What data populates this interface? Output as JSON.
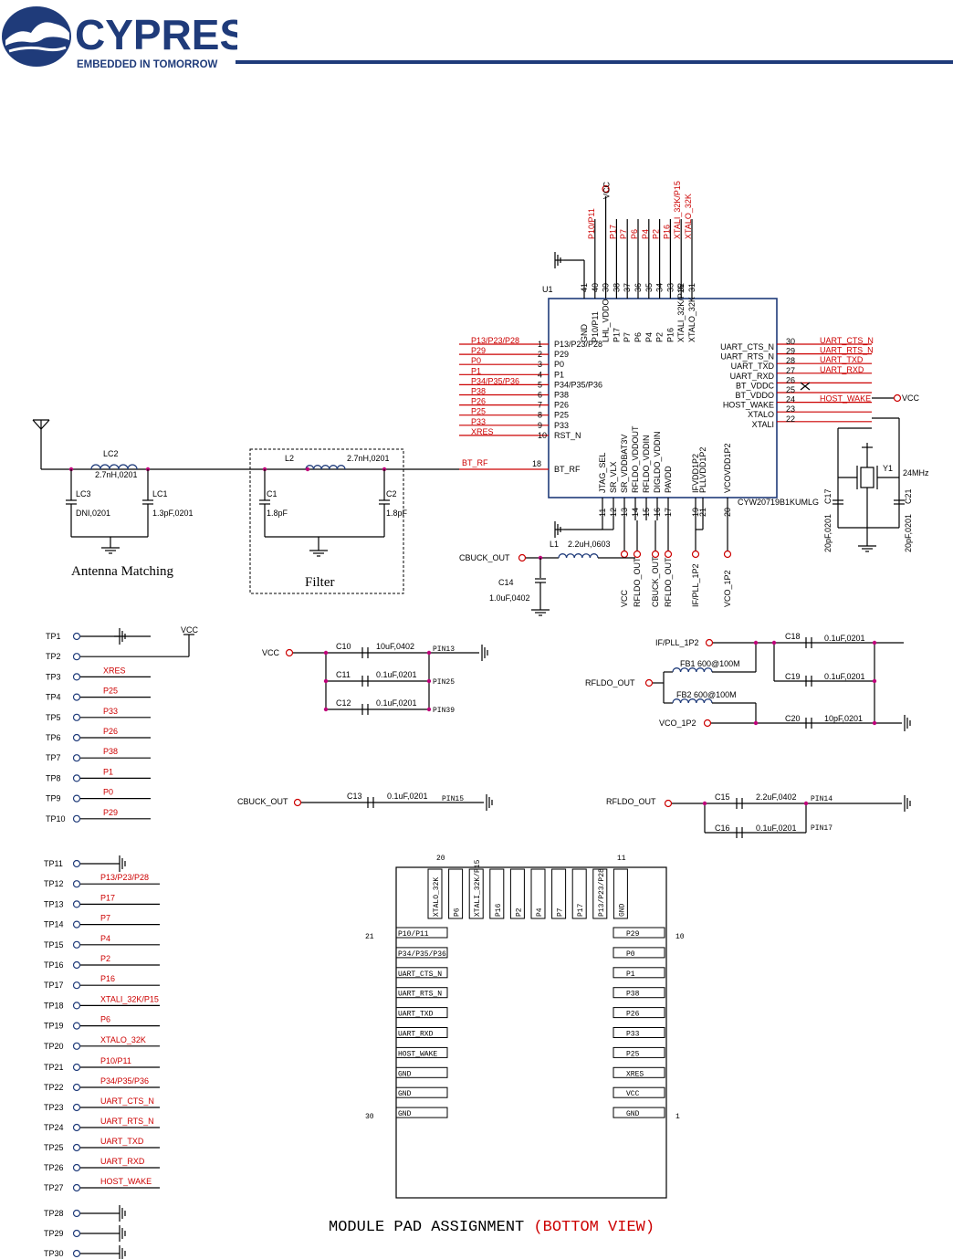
{
  "header": {
    "brand": "CYPRESS",
    "tagline": "EMBEDDED IN TOMORROW",
    "trademark": "™",
    "color": "#1f3b7a"
  },
  "ic": {
    "ref": "U1",
    "part": "CYW20719B1KUMLG",
    "top_pins": [
      {
        "num": "41",
        "name": "GND",
        "net": ""
      },
      {
        "num": "40",
        "name": "P10/P11",
        "net": "P10/P11"
      },
      {
        "num": "39",
        "name": "LHL_VDDO",
        "net": "VCC"
      },
      {
        "num": "38",
        "name": "P17",
        "net": "P17"
      },
      {
        "num": "37",
        "name": "P7",
        "net": "P7"
      },
      {
        "num": "36",
        "name": "P6",
        "net": "P6"
      },
      {
        "num": "35",
        "name": "P4",
        "net": "P4"
      },
      {
        "num": "34",
        "name": "P2",
        "net": "P2"
      },
      {
        "num": "33",
        "name": "P16",
        "net": "P16"
      },
      {
        "num": "32",
        "name": "XTALI_32K/P15",
        "net": "XTALI_32K/P15"
      },
      {
        "num": "31",
        "name": "XTALO_32K",
        "net": "XTALO_32K"
      }
    ],
    "left_pins": [
      {
        "num": "1",
        "name": "P13/P23/P28",
        "net": "P13/P23/P28"
      },
      {
        "num": "2",
        "name": "P29",
        "net": "P29"
      },
      {
        "num": "3",
        "name": "P0",
        "net": "P0"
      },
      {
        "num": "4",
        "name": "P1",
        "net": "P1"
      },
      {
        "num": "5",
        "name": "P34/P35/P36",
        "net": "P34/P35/P36"
      },
      {
        "num": "6",
        "name": "P38",
        "net": "P38"
      },
      {
        "num": "7",
        "name": "P26",
        "net": "P26"
      },
      {
        "num": "8",
        "name": "P25",
        "net": "P25"
      },
      {
        "num": "9",
        "name": "P33",
        "net": "P33"
      },
      {
        "num": "10",
        "name": "RST_N",
        "net": "XRES"
      }
    ],
    "rf_pin": {
      "num": "18",
      "name": "BT_RF",
      "net": "BT_RF"
    },
    "right_pins": [
      {
        "num": "30",
        "name": "UART_CTS_N",
        "net": "UART_CTS_N"
      },
      {
        "num": "29",
        "name": "UART_RTS_N",
        "net": "UART_RTS_N"
      },
      {
        "num": "28",
        "name": "UART_TXD",
        "net": "UART_TXD"
      },
      {
        "num": "27",
        "name": "UART_RXD",
        "net": "UART_RXD"
      },
      {
        "num": "26",
        "name": "BT_VDDC",
        "net": ""
      },
      {
        "num": "25",
        "name": "BT_VDDO",
        "net": ""
      },
      {
        "num": "24",
        "name": "HOST_WAKE",
        "net": "HOST_WAKE"
      },
      {
        "num": "23",
        "name": "XTALO",
        "net": ""
      },
      {
        "num": "22",
        "name": "XTALI",
        "net": ""
      }
    ],
    "bottom_pins": [
      {
        "num": "11",
        "name": "JTAG_SEL"
      },
      {
        "num": "12",
        "name": "SR_VLX"
      },
      {
        "num": "13",
        "name": "SR_VDDBAT3V"
      },
      {
        "num": "14",
        "name": "RFLDO_VDDOUT"
      },
      {
        "num": "15",
        "name": "RFLDO_VDDIN"
      },
      {
        "num": "16",
        "name": "DIGLDO_VDDIN"
      },
      {
        "num": "17",
        "name": "PAVDD"
      },
      {
        "num": "19",
        "name": "IFVDD1P2"
      },
      {
        "num": "21",
        "name": "PLLVDD1P2"
      },
      {
        "num": "20",
        "name": "VCOVDD1P2"
      }
    ],
    "bottom_nets": [
      "VCC",
      "RFLDO_OUT",
      "CBUCK_OUT",
      "RFLDO_OUT",
      "IF/PLL_1P2",
      "VCO_1P2"
    ],
    "vcc_label": "VCC",
    "vcc2_label": "VCC"
  },
  "rf": {
    "lc2": {
      "ref": "LC2",
      "val": "2.7nH,0201"
    },
    "lc3": {
      "ref": "LC3",
      "val": "DNI,0201"
    },
    "lc1": {
      "ref": "LC1",
      "val": "1.3pF,0201"
    },
    "l2": {
      "ref": "L2",
      "val": "2.7nH,0201"
    },
    "c1": {
      "ref": "C1",
      "val": "1.8pF"
    },
    "c2": {
      "ref": "C2",
      "val": "1.8pF"
    },
    "antenna_caption": "Antenna Matching",
    "filter_caption": "Filter"
  },
  "crystal": {
    "ref": "Y1",
    "freq": "24MHz",
    "c17": {
      "ref": "C17",
      "val": "20pF,0201"
    },
    "c21": {
      "ref": "C21",
      "val": "20pF,0201"
    }
  },
  "buck": {
    "net": "CBUCK_OUT",
    "l1": {
      "ref": "L1",
      "val": "2.2uH,0603"
    },
    "c14": {
      "ref": "C14",
      "val": "1.0uF,0402"
    }
  },
  "vcc_caps": {
    "net": "VCC",
    "rows": [
      {
        "ref": "C10",
        "val": "10uF,0402",
        "pin": "PIN13"
      },
      {
        "ref": "C11",
        "val": "0.1uF,0201",
        "pin": "PIN25"
      },
      {
        "ref": "C12",
        "val": "0.1uF,0201",
        "pin": "PIN39"
      }
    ]
  },
  "cbuck_cap": {
    "net": "CBUCK_OUT",
    "ref": "C13",
    "val": "0.1uF,0201",
    "pin": "PIN15"
  },
  "rfldo_caps": {
    "net": "RFLDO_OUT",
    "rows": [
      {
        "ref": "C15",
        "val": "2.2uF,0402",
        "pin": "PIN14"
      },
      {
        "ref": "C16",
        "val": "0.1uF,0201",
        "pin": "PIN17"
      }
    ]
  },
  "ferrite": {
    "in": "RFLDO_OUT",
    "if_net": "IF/PLL_1P2",
    "vco_net": "VCO_1P2",
    "fb1": {
      "ref": "FB1",
      "val": "600@100M"
    },
    "fb2": {
      "ref": "FB2",
      "val": "600@100M"
    },
    "c18": {
      "ref": "C18",
      "val": "0.1uF,0201"
    },
    "c19": {
      "ref": "C19",
      "val": "0.1uF,0201"
    },
    "c20": {
      "ref": "C20",
      "val": "10pF,0201"
    }
  },
  "testpoints_a": [
    {
      "tp": "TP1",
      "net": ""
    },
    {
      "tp": "TP2",
      "net": "VCC"
    },
    {
      "tp": "TP3",
      "net": "XRES"
    },
    {
      "tp": "TP4",
      "net": "P25"
    },
    {
      "tp": "TP5",
      "net": "P33"
    },
    {
      "tp": "TP6",
      "net": "P26"
    },
    {
      "tp": "TP7",
      "net": "P38"
    },
    {
      "tp": "TP8",
      "net": "P1"
    },
    {
      "tp": "TP9",
      "net": "P0"
    },
    {
      "tp": "TP10",
      "net": "P29"
    }
  ],
  "testpoints_b": [
    {
      "tp": "TP11",
      "net": ""
    },
    {
      "tp": "TP12",
      "net": "P13/P23/P28"
    },
    {
      "tp": "TP13",
      "net": "P17"
    },
    {
      "tp": "TP14",
      "net": "P7"
    },
    {
      "tp": "TP15",
      "net": "P4"
    },
    {
      "tp": "TP16",
      "net": "P2"
    },
    {
      "tp": "TP17",
      "net": "P16"
    },
    {
      "tp": "TP18",
      "net": "XTALI_32K/P15"
    },
    {
      "tp": "TP19",
      "net": "P6"
    },
    {
      "tp": "TP20",
      "net": "XTALO_32K"
    },
    {
      "tp": "TP21",
      "net": "P10/P11"
    },
    {
      "tp": "TP22",
      "net": "P34/P35/P36"
    },
    {
      "tp": "TP23",
      "net": "UART_CTS_N"
    },
    {
      "tp": "TP24",
      "net": "UART_RTS_N"
    },
    {
      "tp": "TP25",
      "net": "UART_TXD"
    },
    {
      "tp": "TP26",
      "net": "UART_RXD"
    },
    {
      "tp": "TP27",
      "net": "HOST_WAKE"
    },
    {
      "tp": "TP28",
      "net": ""
    },
    {
      "tp": "TP29",
      "net": ""
    },
    {
      "tp": "TP30",
      "net": ""
    }
  ],
  "module": {
    "corner_top_left": "20",
    "corner_top_right": "11",
    "corner_left_top": "21",
    "corner_right_top": "10",
    "corner_left_bottom": "30",
    "corner_right_bottom": "1",
    "top_pads": [
      "XTALO_32K",
      "P6",
      "XTALI_32K/P15",
      "P16",
      "P2",
      "P4",
      "P7",
      "P17",
      "P13/P23/P28",
      "GND"
    ],
    "left_pads": [
      "P10/P11",
      "P34/P35/P36",
      "UART_CTS_N",
      "UART_RTS_N",
      "UART_TXD",
      "UART_RXD",
      "HOST_WAKE",
      "GND",
      "GND",
      "GND"
    ],
    "right_pads": [
      "P29",
      "P0",
      "P1",
      "P38",
      "P26",
      "P33",
      "P25",
      "XRES",
      "VCC",
      "GND"
    ],
    "caption_black": "MODULE PAD ASSIGNMENT",
    "caption_red": "(BOTTOM VIEW)"
  }
}
